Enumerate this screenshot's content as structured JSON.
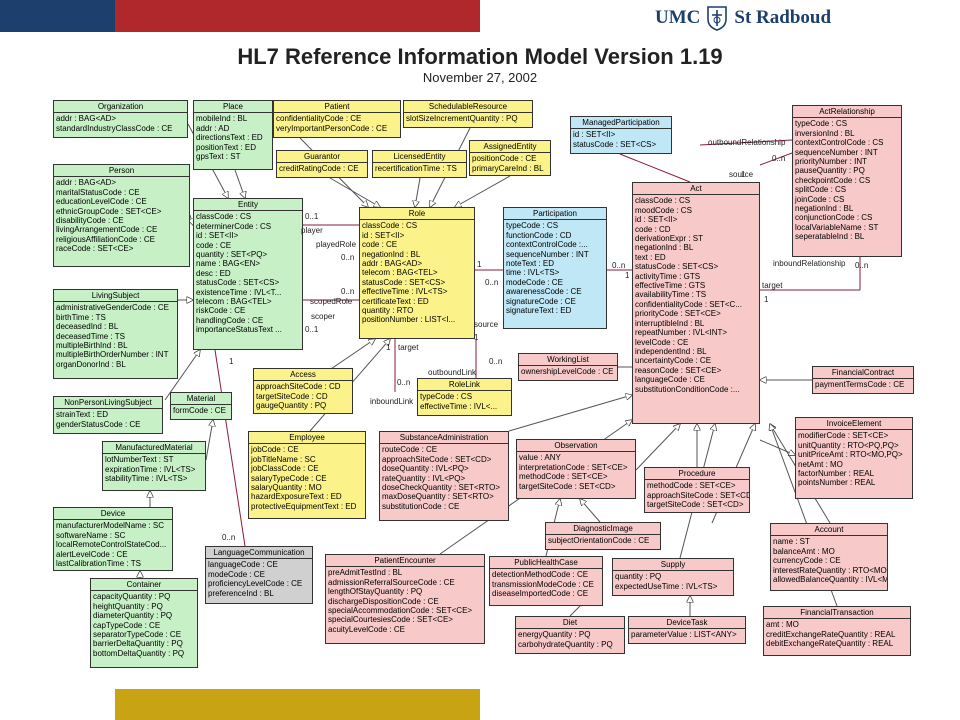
{
  "header": {
    "logo_text_left": "UMC",
    "logo_text_right": "St Radboud"
  },
  "title": "HL7 Reference Information Model Version 1.19",
  "date": "November 27, 2002",
  "colors": {
    "band_dark": "#1c3f6e",
    "band_red": "#b0282c",
    "band_gold": "#c8a415",
    "entity": "#c7f0c7",
    "act": "#f7c9c9",
    "role": "#fbf38a",
    "participation": "#bfe7f5",
    "language": "#d0d0d0"
  },
  "classes": [
    {
      "id": "organization",
      "name": "Organization",
      "color": "entity",
      "attrs": [
        "addr : BAG<AD>",
        "standardIndustryClassCode : CE"
      ]
    },
    {
      "id": "place",
      "name": "Place",
      "color": "entity",
      "attrs": [
        "mobileInd : BL",
        "addr : AD",
        "directionsText : ED",
        "positionText : ED",
        "gpsText : ST"
      ]
    },
    {
      "id": "patient",
      "name": "Patient",
      "color": "role",
      "attrs": [
        "confidentialityCode : CE",
        "veryImportantPersonCode : CE"
      ]
    },
    {
      "id": "schedulableresource",
      "name": "SchedulableResource",
      "color": "role",
      "attrs": [
        "slotSizeIncrementQuantity : PQ"
      ]
    },
    {
      "id": "managedparticipation",
      "name": "ManagedParticipation",
      "color": "particip",
      "attrs": [
        "id : SET<II>",
        "statusCode : SET<CS>"
      ]
    },
    {
      "id": "actrelationship",
      "name": "ActRelationship",
      "color": "act",
      "attrs": [
        "typeCode : CS",
        "inversionInd : BL",
        "contextControlCode : CS",
        "sequenceNumber : INT",
        "priorityNumber : INT",
        "pauseQuantity : PQ",
        "checkpointCode : CS",
        "splitCode : CS",
        "joinCode : CS",
        "negationInd : BL",
        "conjunctionCode : CS",
        "localVariableName : ST",
        "seperatableInd : BL"
      ]
    },
    {
      "id": "person",
      "name": "Person",
      "color": "entity",
      "attrs": [
        "addr : BAG<AD>",
        "maritalStatusCode : CE",
        "educationLevelCode : CE",
        "ethnicGroupCode : SET<CE>",
        "disabilityCode : CE",
        "livingArrangementCode : CE",
        "religiousAffiliationCode : CE",
        "raceCode : SET<CE>"
      ]
    },
    {
      "id": "guarantor",
      "name": "Guarantor",
      "color": "role",
      "attrs": [
        "creditRatingCode : CE"
      ]
    },
    {
      "id": "licensedentity",
      "name": "LicensedEntity",
      "color": "role",
      "attrs": [
        "recertificationTime : TS"
      ]
    },
    {
      "id": "assignedentity",
      "name": "AssignedEntity",
      "color": "role",
      "attrs": [
        "positionCode : CE",
        "primaryCareInd : BL"
      ]
    },
    {
      "id": "entity",
      "name": "Entity",
      "color": "entity",
      "attrs": [
        "classCode : CS",
        "determinerCode : CS",
        "id : SET<II>",
        "code : CE",
        "quantity : SET<PQ>",
        "name : BAG<EN>",
        "desc : ED",
        "statusCode : SET<CS>",
        "existenceTime : IVL<T...",
        "telecom : BAG<TEL>",
        "riskCode : CE",
        "handlingCode : CE",
        "importanceStatusText ..."
      ]
    },
    {
      "id": "role",
      "name": "Role",
      "color": "role",
      "attrs": [
        "classCode : CS",
        "id : SET<II>",
        "code : CE",
        "negationInd : BL",
        "addr : BAG<AD>",
        "telecom : BAG<TEL>",
        "statusCode : SET<CS>",
        "effectiveTime : IVL<TS>",
        "certificateText : ED",
        "quantity : RTO",
        "positionNumber : LIST<I..."
      ]
    },
    {
      "id": "participation",
      "name": "Participation",
      "color": "particip",
      "attrs": [
        "typeCode : CS",
        "functionCode : CD",
        "contextControlCode :...",
        "sequenceNumber : INT",
        "noteText : ED",
        "time : IVL<TS>",
        "modeCode : CE",
        "awarenessCode : CE",
        "signatureCode : CE",
        "signatureText : ED"
      ]
    },
    {
      "id": "act",
      "name": "Act",
      "color": "act",
      "attrs": [
        "classCode : CS",
        "moodCode : CS",
        "id : SET<II>",
        "code : CD",
        "derivationExpr : ST",
        "negationInd : BL",
        "text : ED",
        "statusCode : SET<CS>",
        "activityTime : GTS",
        "effectiveTime : GTS",
        "availabilityTime : TS",
        "confidentialityCode : SET<C...",
        "priorityCode : SET<CE>",
        "interruptibleInd : BL",
        "repeatNumber : IVL<INT>",
        "levelCode : CE",
        "independentInd : BL",
        "uncertaintyCode : CE",
        "reasonCode : SET<CE>",
        "languageCode : CE",
        "substitutionConditionCode :..."
      ]
    },
    {
      "id": "livingsubject",
      "name": "LivingSubject",
      "color": "entity",
      "attrs": [
        "administrativeGenderCode : CE",
        "birthTime : TS",
        "deceasedInd : BL",
        "deceasedTime : TS",
        "multipleBirthInd : BL",
        "multipleBirthOrderNumber : INT",
        "organDonorInd : BL"
      ]
    },
    {
      "id": "access",
      "name": "Access",
      "color": "role",
      "attrs": [
        "approachSiteCode : CD",
        "targetSiteCode : CD",
        "gaugeQuantity : PQ"
      ]
    },
    {
      "id": "rolelink",
      "name": "RoleLink",
      "color": "role",
      "attrs": [
        "typeCode : CS",
        "effectiveTime : IVL<..."
      ]
    },
    {
      "id": "workinglist",
      "name": "WorkingList",
      "color": "act",
      "attrs": [
        "ownershipLevelCode : CE"
      ]
    },
    {
      "id": "financialcontract",
      "name": "FinancialContract",
      "color": "act",
      "attrs": [
        "paymentTermsCode : CE"
      ]
    },
    {
      "id": "nonpersonlivingsubject",
      "name": "NonPersonLivingSubject",
      "color": "entity",
      "attrs": [
        "strainText : ED",
        "genderStatusCode : CE"
      ]
    },
    {
      "id": "material",
      "name": "Material",
      "color": "entity",
      "attrs": [
        "formCode : CE"
      ]
    },
    {
      "id": "manufacturedmaterial",
      "name": "ManufacturedMaterial",
      "color": "entity",
      "attrs": [
        "lotNumberText : ST",
        "expirationTime : IVL<TS>",
        "stabilityTime : IVL<TS>"
      ]
    },
    {
      "id": "employee",
      "name": "Employee",
      "color": "role",
      "attrs": [
        "jobCode : CE",
        "jobTitleName : SC",
        "jobClassCode : CE",
        "salaryTypeCode : CE",
        "salaryQuantity : MO",
        "hazardExposureText : ED",
        "protectiveEquipmentText : ED"
      ]
    },
    {
      "id": "substanceadministration",
      "name": "SubstanceAdministration",
      "color": "act",
      "attrs": [
        "routeCode : CE",
        "approachSiteCode : SET<CD>",
        "doseQuantity : IVL<PQ>",
        "rateQuantity : IVL<PQ>",
        "doseCheckQuantity : SET<RTO>",
        "maxDoseQuantity : SET<RTO>",
        "substitutionCode : CE"
      ]
    },
    {
      "id": "observation",
      "name": "Observation",
      "color": "act",
      "attrs": [
        "value : ANY",
        "interpretationCode : SET<CE>",
        "methodCode : SET<CE>",
        "targetSiteCode : SET<CD>"
      ]
    },
    {
      "id": "invoiceelement",
      "name": "InvoiceElement",
      "color": "act",
      "attrs": [
        "modifierCode : SET<CE>",
        "unitQuantity : RTO<PQ,PQ>",
        "unitPriceAmt : RTO<MO,PQ>",
        "netAmt : MO",
        "factorNumber : REAL",
        "pointsNumber : REAL"
      ]
    },
    {
      "id": "procedure",
      "name": "Procedure",
      "color": "act",
      "attrs": [
        "methodCode : SET<CE>",
        "approachSiteCode : SET<CD>",
        "targetSiteCode : SET<CD>"
      ]
    },
    {
      "id": "device",
      "name": "Device",
      "color": "entity",
      "attrs": [
        "manufacturerModelName : SC",
        "softwareName : SC",
        "localRemoteControlStateCod...",
        "alertLevelCode : CE",
        "lastCalibrationTime : TS"
      ]
    },
    {
      "id": "diagnosticimage",
      "name": "DiagnosticImage",
      "color": "act",
      "attrs": [
        "subjectOrientationCode : CE"
      ]
    },
    {
      "id": "account",
      "name": "Account",
      "color": "act",
      "attrs": [
        "name : ST",
        "balanceAmt : MO",
        "currencyCode : CE",
        "interestRateQuantity : RTO<MO,PQ>",
        "allowedBalanceQuantity : IVL<MO>"
      ]
    },
    {
      "id": "languagecommunication",
      "name": "LanguageCommunication",
      "color": "grey",
      "attrs": [
        "languageCode : CE",
        "modeCode : CE",
        "proficiencyLevelCode : CE",
        "preferenceInd : BL"
      ]
    },
    {
      "id": "patientencounter",
      "name": "PatientEncounter",
      "color": "act",
      "attrs": [
        "preAdmitTestInd : BL",
        "admissionReferralSourceCode : CE",
        "lengthOfStayQuantity : PQ",
        "dischargeDispositionCode : CE",
        "specialAccommodationCode : SET<CE>",
        "specialCourtesiesCode : SET<CE>",
        "acuityLevelCode : CE"
      ]
    },
    {
      "id": "publichealthcase",
      "name": "PublicHealthCase",
      "color": "act",
      "attrs": [
        "detectionMethodCode : CE",
        "transmissionModeCode : CE",
        "diseaseImportedCode : CE"
      ]
    },
    {
      "id": "supply",
      "name": "Supply",
      "color": "act",
      "attrs": [
        "quantity : PQ",
        "expectedUseTime : IVL<TS>"
      ]
    },
    {
      "id": "container",
      "name": "Container",
      "color": "entity",
      "attrs": [
        "capacityQuantity : PQ",
        "heightQuantity : PQ",
        "diameterQuantity : PQ",
        "capTypeCode : CE",
        "separatorTypeCode : CE",
        "barrierDeltaQuantity : PQ",
        "bottomDeltaQuantity : PQ"
      ]
    },
    {
      "id": "financialtransaction",
      "name": "FinancialTransaction",
      "color": "act",
      "attrs": [
        "amt : MO",
        "creditExchangeRateQuantity : REAL",
        "debitExchangeRateQuantity : REAL"
      ]
    },
    {
      "id": "diet",
      "name": "Diet",
      "color": "act",
      "attrs": [
        "energyQuantity : PQ",
        "carbohydrateQuantity : PQ"
      ]
    },
    {
      "id": "devicetask",
      "name": "DeviceTask",
      "color": "act",
      "attrs": [
        "parameterValue : LIST<ANY>"
      ]
    }
  ],
  "labels": [
    {
      "id": "l-outbound-rel",
      "text": "outboundRelationship"
    },
    {
      "id": "l-ar-0n-top",
      "text": "0..n"
    },
    {
      "id": "l-ar-1",
      "text": "1"
    },
    {
      "id": "l-source",
      "text": "source"
    },
    {
      "id": "l-inbound-rel",
      "text": "inboundRelationship"
    },
    {
      "id": "l-ar-0n-bot",
      "text": "0..n"
    },
    {
      "id": "l-target",
      "text": "target"
    },
    {
      "id": "l-act-1",
      "text": "1"
    },
    {
      "id": "l-ent-01",
      "text": "0..1"
    },
    {
      "id": "l-player",
      "text": "player"
    },
    {
      "id": "l-playedrole",
      "text": "playedRole"
    },
    {
      "id": "l-role-0n-a",
      "text": "0..n"
    },
    {
      "id": "l-scopedrole",
      "text": "scopedRole"
    },
    {
      "id": "l-role-0n-b",
      "text": "0..n"
    },
    {
      "id": "l-scoper",
      "text": "scoper"
    },
    {
      "id": "l-ent-01b",
      "text": "0..1"
    },
    {
      "id": "l-role-1",
      "text": "1"
    },
    {
      "id": "l-part-0n",
      "text": "0..n"
    },
    {
      "id": "l-part-0nb",
      "text": "0..n"
    },
    {
      "id": "l-part-1",
      "text": "1"
    },
    {
      "id": "l-rl-source",
      "text": "source"
    },
    {
      "id": "l-rl-1",
      "text": "1"
    },
    {
      "id": "l-rl-target",
      "text": "target"
    },
    {
      "id": "l-rl-1b",
      "text": "1"
    },
    {
      "id": "l-rl-0n",
      "text": "0..n"
    },
    {
      "id": "l-outboundlink",
      "text": "outboundLink"
    },
    {
      "id": "l-inboundlink",
      "text": "inboundLink"
    },
    {
      "id": "l-rl-0nb",
      "text": "0..n"
    },
    {
      "id": "l-ent-1",
      "text": "1"
    },
    {
      "id": "l-lang-0n",
      "text": "0..n"
    }
  ]
}
